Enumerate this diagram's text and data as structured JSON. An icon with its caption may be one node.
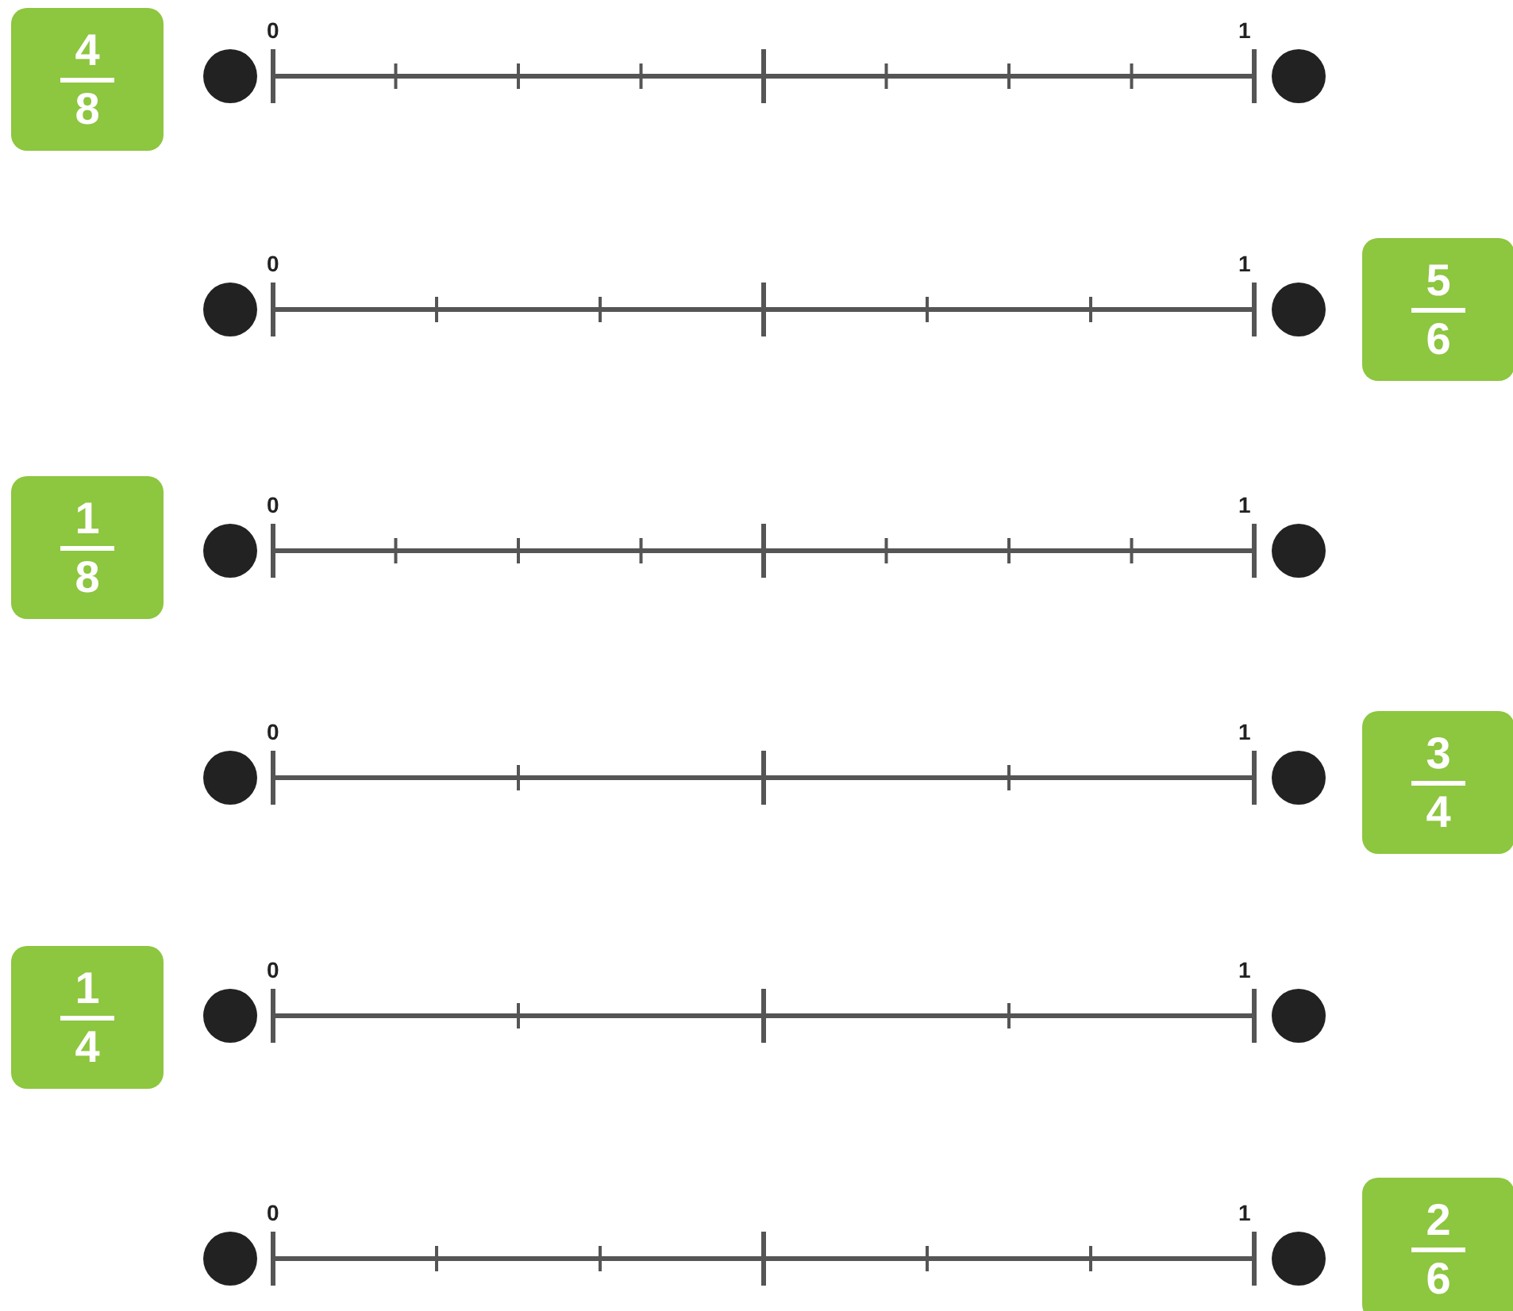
{
  "diagram": {
    "nodes": [
      {
        "text": [
          "4",
          "8"
        ]
      },
      {
        "text": [
          "5",
          "6"
        ]
      },
      {
        "text": [
          "1",
          "8"
        ]
      },
      {
        "text": [
          "3",
          "4"
        ]
      },
      {
        "text": [
          "1",
          "4"
        ]
      },
      {
        "text": [
          "2",
          "6"
        ]
      }
    ],
    "labels": [
      "0",
      "1",
      "0",
      "1",
      "0",
      "1",
      "0",
      "1",
      "0",
      "1",
      "0",
      "1"
    ]
  }
}
